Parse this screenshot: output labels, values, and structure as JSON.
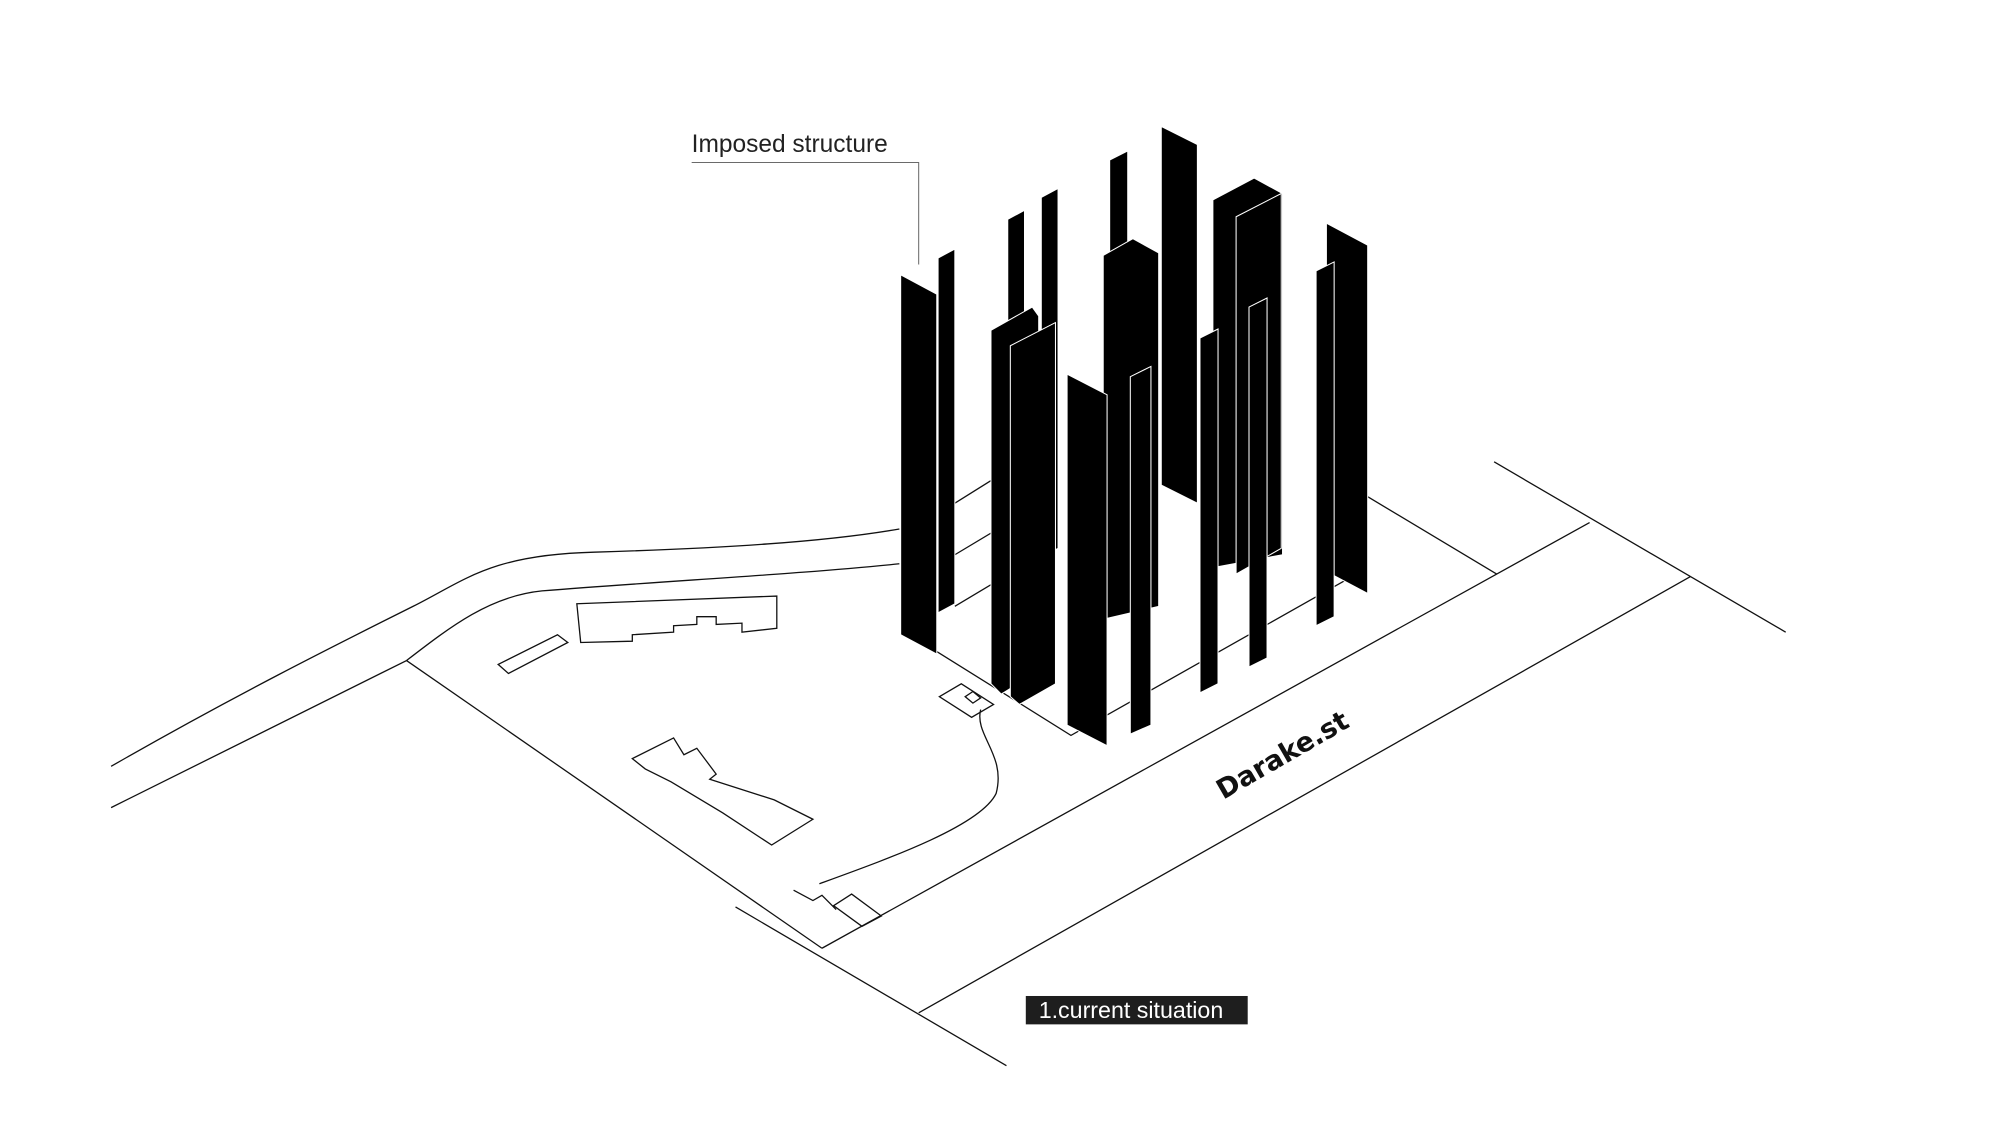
{
  "annotations": {
    "structure_label": "Imposed structure",
    "street_label": "Darake.st",
    "caption": "1.current situation"
  },
  "colors": {
    "structure": "#000000",
    "caption_bg": "#1e1e1e",
    "caption_text": "#ffffff",
    "linework": "#111111"
  }
}
